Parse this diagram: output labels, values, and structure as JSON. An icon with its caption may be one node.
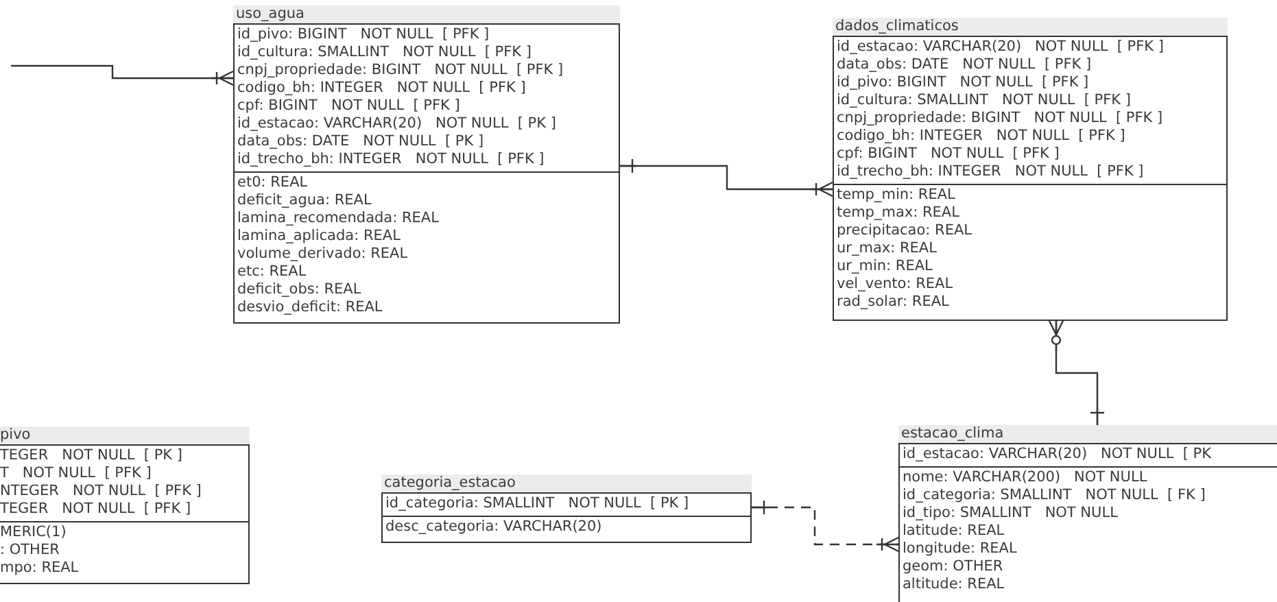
{
  "diagram": {
    "nodes": [
      {
        "text": [
          "uso_agua",
          "id_pivo: BIGINT   NOT NULL  [ PFK ]",
          "id_cultura: SMALLINT   NOT NULL  [ PFK ]",
          "cnpj_propriedade: BIGINT   NOT NULL  [ PFK ]",
          "codigo_bh: INTEGER   NOT NULL  [ PFK ]",
          "cpf: BIGINT   NOT NULL  [ PFK ]",
          "id_estacao: VARCHAR(20)   NOT NULL  [ PK ]",
          "data_obs: DATE   NOT NULL  [ PK ]",
          "id_trecho_bh: INTEGER   NOT NULL  [ PFK ]",
          "et0: REAL",
          "deficit_agua: REAL",
          "lamina_recomendada: REAL",
          "lamina_aplicada: REAL",
          "volume_derivado: REAL",
          "etc: REAL",
          "deficit_obs: REAL",
          "desvio_deficit: REAL"
        ]
      },
      {
        "text": [
          "dados_climaticos",
          "id_estacao: VARCHAR(20)   NOT NULL  [ PFK ]",
          "data_obs: DATE   NOT NULL  [ PFK ]",
          "id_pivo: BIGINT   NOT NULL  [ PFK ]",
          "id_cultura: SMALLINT   NOT NULL  [ PFK ]",
          "cnpj_propriedade: BIGINT   NOT NULL  [ PFK ]",
          "codigo_bh: INTEGER   NOT NULL  [ PFK ]",
          "cpf: BIGINT   NOT NULL  [ PFK ]",
          "id_trecho_bh: INTEGER   NOT NULL  [ PFK ]",
          "temp_min: REAL",
          "temp_max: REAL",
          "precipitacao: REAL",
          "ur_max: REAL",
          "ur_min: REAL",
          "vel_vento: REAL",
          "rad_solar: REAL"
        ]
      },
      {
        "text": [
          "pivo",
          "TEGER   NOT NULL  [ PK ]",
          "T   NOT NULL  [ PFK ]",
          "NTEGER   NOT NULL  [ PFK ]",
          "TEGER   NOT NULL  [ PFK ]",
          "MERIC(1)",
          ": OTHER",
          "mpo: REAL"
        ]
      },
      {
        "text": [
          "categoria_estacao",
          "id_categoria: SMALLINT   NOT NULL  [ PK ]",
          "desc_categoria: VARCHAR(20)"
        ]
      },
      {
        "text": [
          "estacao_clima",
          "id_estacao: VARCHAR(20)   NOT NULL  [ PK",
          "nome: VARCHAR(200)   NOT NULL",
          "id_categoria: SMALLINT   NOT NULL  [ FK ]",
          "id_tipo: SMALLINT   NOT NULL",
          "latitude: REAL",
          "longitude: REAL",
          "geom: OTHER",
          "altitude: REAL"
        ]
      }
    ],
    "edges": [
      {
        "from": null,
        "to": 0,
        "arrow": "other"
      },
      {
        "from": 0,
        "to": 1,
        "arrow": "other"
      },
      {
        "from": 4,
        "to": 1,
        "arrow": "other"
      },
      {
        "from": 3,
        "to": 4,
        "arrow": "other",
        "style": "dashed"
      }
    ]
  }
}
